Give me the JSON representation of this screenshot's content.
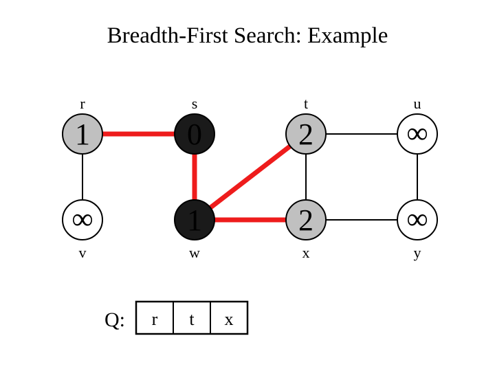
{
  "title": "Breadth-First Search: Example",
  "colors": {
    "tree_edge": "#ee1c1c",
    "edge": "#000000",
    "gray": "#c0c0c0",
    "black": "#1a1a1a",
    "white": "#ffffff"
  },
  "vertices": [
    {
      "id": "r",
      "label": "r",
      "dist": "1",
      "color": "gray"
    },
    {
      "id": "s",
      "label": "s",
      "dist": "0",
      "color": "black"
    },
    {
      "id": "t",
      "label": "t",
      "dist": "2",
      "color": "gray"
    },
    {
      "id": "u",
      "label": "u",
      "dist": "∞",
      "color": "white"
    },
    {
      "id": "v",
      "label": "v",
      "dist": "∞",
      "color": "white"
    },
    {
      "id": "w",
      "label": "w",
      "dist": "1",
      "color": "black"
    },
    {
      "id": "x",
      "label": "x",
      "dist": "2",
      "color": "gray"
    },
    {
      "id": "y",
      "label": "y",
      "dist": "∞",
      "color": "white"
    }
  ],
  "edges": [
    {
      "from": "r",
      "to": "s",
      "tree": true
    },
    {
      "from": "s",
      "to": "w",
      "tree": true
    },
    {
      "from": "w",
      "to": "t",
      "tree": true
    },
    {
      "from": "w",
      "to": "x",
      "tree": true
    },
    {
      "from": "r",
      "to": "v",
      "tree": false
    },
    {
      "from": "t",
      "to": "u",
      "tree": false
    },
    {
      "from": "t",
      "to": "x",
      "tree": false
    },
    {
      "from": "u",
      "to": "y",
      "tree": false
    },
    {
      "from": "x",
      "to": "y",
      "tree": false
    }
  ],
  "queue": {
    "label": "Q:",
    "items": [
      "r",
      "t",
      "x"
    ]
  }
}
